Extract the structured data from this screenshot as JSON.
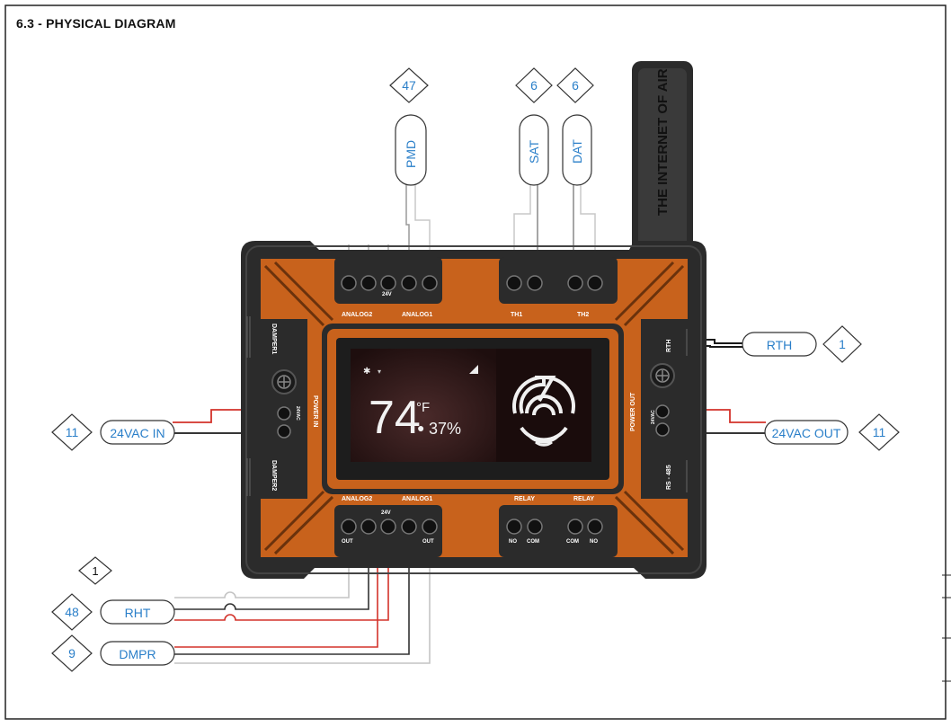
{
  "section_title": "6.3 - PHYSICAL DIAGRAM",
  "antenna_text": "THE INTERNET OF AIR",
  "display": {
    "temperature": "74",
    "temp_unit": "°F",
    "humidity": "37%"
  },
  "board_labels": {
    "analog2_top": "ANALOG2",
    "analog1_top": "ANALOG1",
    "th1": "TH1",
    "th2": "TH2",
    "analog2_bottom": "ANALOG2",
    "analog1_bottom": "ANALOG1",
    "relay1": "RELAY",
    "relay2": "RELAY",
    "power_in": "POWER IN",
    "power_out": "POWER OUT",
    "damper1": "DAMPER1",
    "damper2": "DAMPER2",
    "rth": "RTH",
    "rs485": "RS - 485",
    "vac24_in": "24VAC",
    "vac24_out": "24VAC"
  },
  "pin_labels": {
    "top_24v": "24V",
    "bottom_24v": "24V",
    "bottom_out1": "OUT",
    "bottom_out2": "OUT",
    "relay_no1": "NO",
    "relay_com1": "COM",
    "relay_com2": "COM",
    "relay_no2": "NO"
  },
  "tags": {
    "pmd": "PMD",
    "sat": "SAT",
    "dat": "DAT",
    "rth": "RTH",
    "vac_in": "24VAC IN",
    "vac_out": "24VAC OUT",
    "rht": "RHT",
    "dmpr": "DMPR"
  },
  "callouts": {
    "pmd": "47",
    "sat": "6",
    "dat": "6",
    "rth": "1",
    "vac_in": "11",
    "vac_out": "11",
    "rht_above": "1",
    "rht": "48",
    "dmpr": "9"
  },
  "colors": {
    "housing": "#2b2b2b",
    "board_orange": "#c8621c",
    "screen": "#1c1010",
    "tag_text": "#2a7fc9",
    "wire_red": "#d3322a",
    "wire_black": "#1a1a1a",
    "wire_gray": "#bdbdbd"
  }
}
